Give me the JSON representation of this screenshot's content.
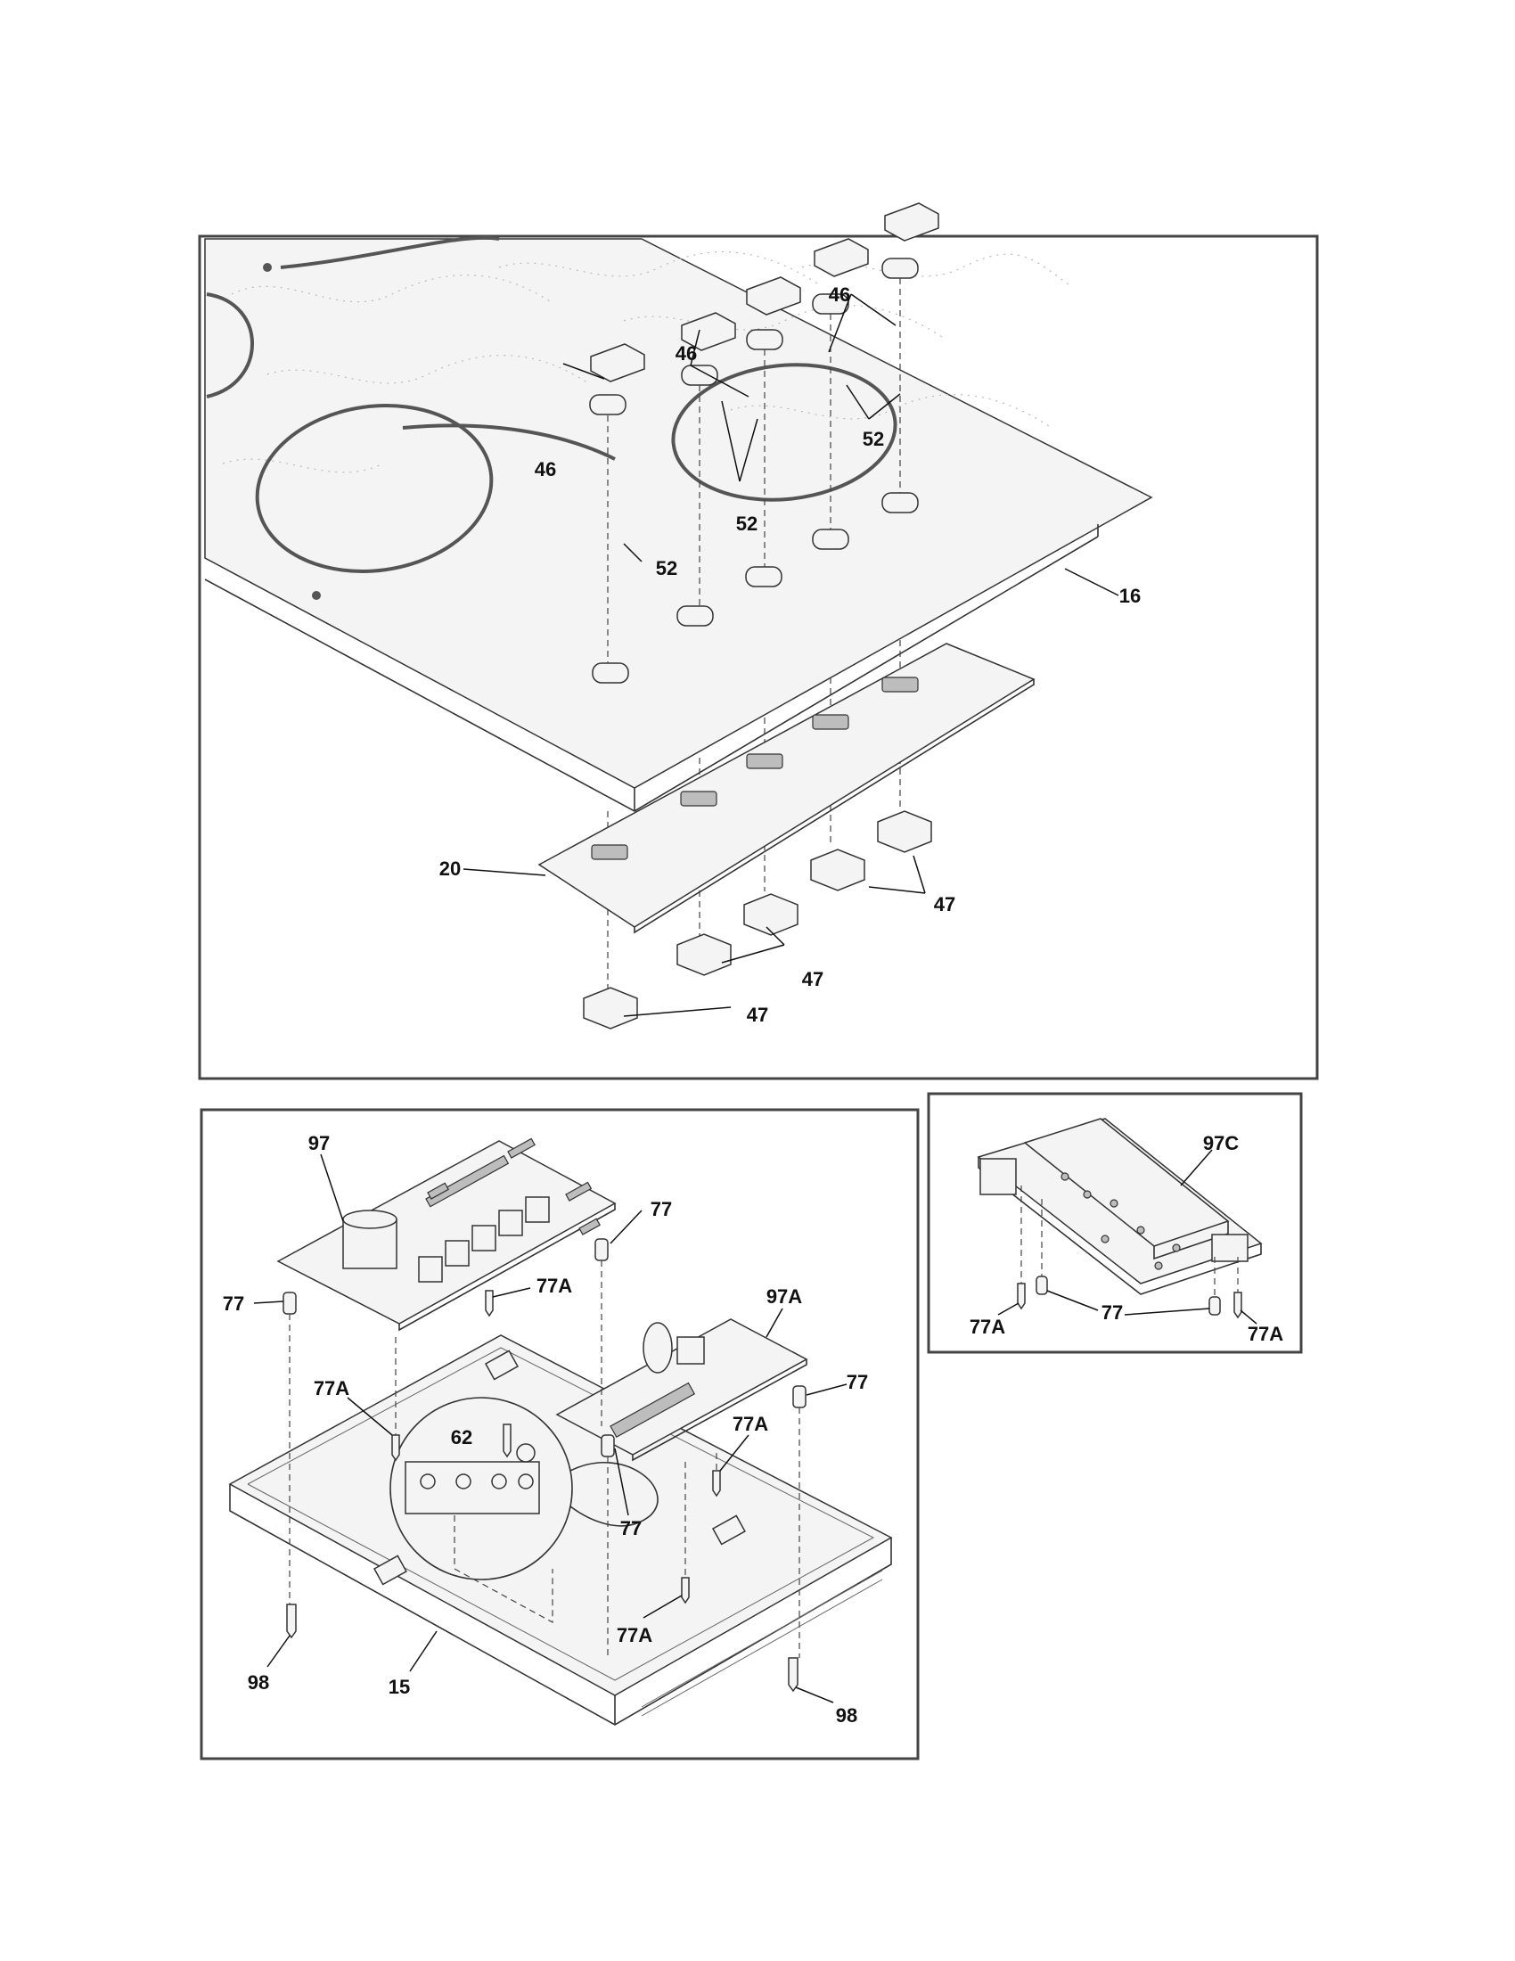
{
  "labels": {
    "p46": "46",
    "p52": "52",
    "p16": "16",
    "p20": "20",
    "p47": "47",
    "p97": "97",
    "p77": "77",
    "p77a": "77A",
    "p97a": "97A",
    "p62": "62",
    "p98": "98",
    "p15": "15",
    "p97c": "97C"
  }
}
